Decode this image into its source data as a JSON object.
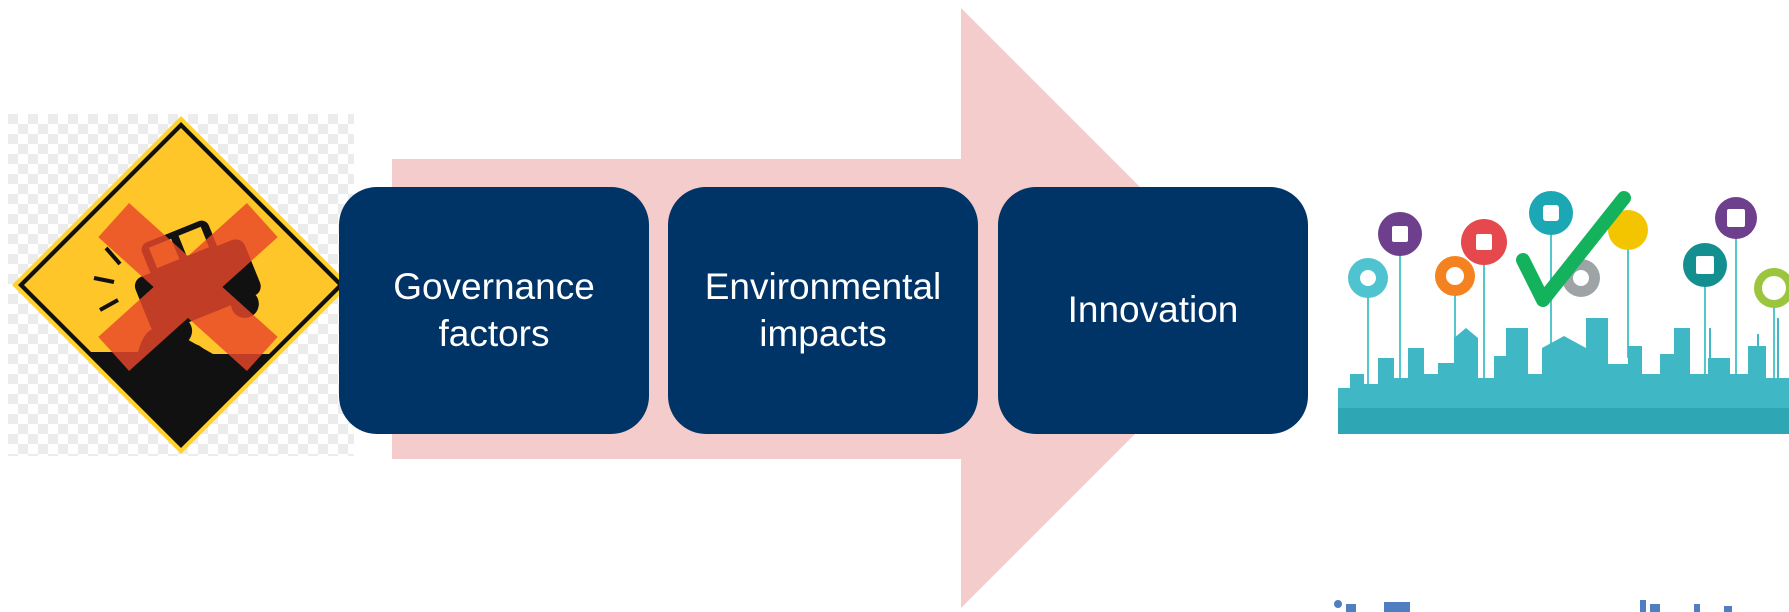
{
  "diagram": {
    "steps": [
      {
        "label": "Governance\nfactors"
      },
      {
        "label": "Environmental\nimpacts"
      },
      {
        "label": "Innovation"
      }
    ]
  },
  "images": {
    "left": "road-hazard-sign-crossed-out",
    "right": "sustainable-city-with-checkmark"
  },
  "colors": {
    "box": "#003366",
    "arrow": "#F4CCCC",
    "sign": "#FFC629",
    "cross": "#E8472A",
    "check": "#14B25C",
    "city": "#2FB8C2"
  }
}
